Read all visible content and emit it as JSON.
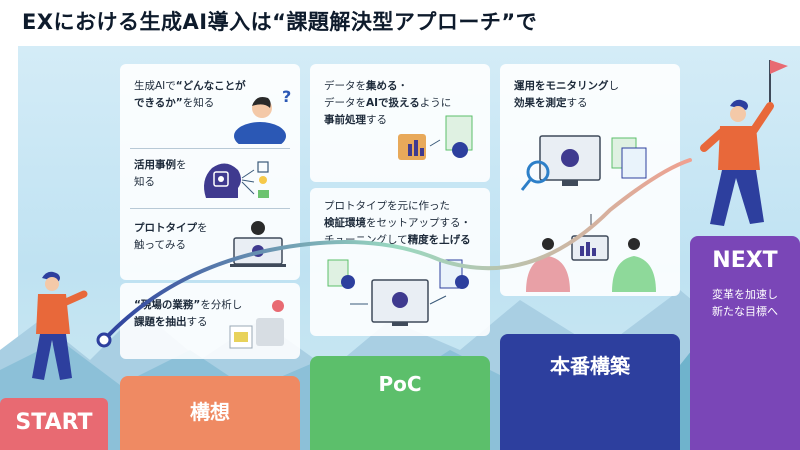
{
  "title": "EXにおける生成AI導入は“課題解決型アプローチ”で",
  "phase1": {
    "step1": {
      "l1a": "生成AIで",
      "l1b": "“どんなことが",
      "l2a": "できるか”",
      "l2b": "を知る"
    },
    "step2": {
      "l1": "活用事例",
      "l1b": "を",
      "l2": "知る"
    },
    "step3": {
      "l1": "プロトタイプ",
      "l1b": "を",
      "l2": "触ってみる"
    },
    "step4": {
      "l1a": "“現場の業務”",
      "l1b": "を分析し",
      "l2a": "課題を抽出",
      "l2b": "する"
    }
  },
  "phase2": {
    "step1": {
      "l1a": "データを",
      "l1b": "集める",
      "l1c": "・",
      "l2a": "データを",
      "l2b": "AIで扱える",
      "l2c": "ように",
      "l3a": "事前処理",
      "l3b": "する"
    },
    "step2": {
      "l1": "プロトタイプを元に作った",
      "l2a": "検証環境",
      "l2b": "をセットアップする・",
      "l3a": "チューニング",
      "l3b": "して",
      "l3c": "精度を上げる"
    }
  },
  "phase3": {
    "step1": {
      "l1a": "運用を",
      "l1b": "モニタリング",
      "l1c": "し",
      "l2a": "効果を測定",
      "l2b": "する"
    }
  },
  "stages": {
    "start": "START",
    "kousou": "構想",
    "poc": "PoC",
    "honban": "本番構築",
    "next": "NEXT",
    "next_sub1": "変革を加速し",
    "next_sub2": "新たな目標へ"
  },
  "colors": {
    "start": "#e86a72",
    "kousou": "#ef8a63",
    "poc": "#5cbf6b",
    "honban": "#2d3f9e",
    "next": "#7a46b7",
    "sky": "#cde9f3"
  },
  "icons": [
    "question-mark-icon",
    "ai-chip-head-icon",
    "idea-bulb-icon",
    "checklist-icon",
    "mail-icon",
    "puzzle-icon",
    "document-icon",
    "gear-icon",
    "bar-chart-icon",
    "monitor-icon",
    "magnifier-icon",
    "flag-icon"
  ]
}
